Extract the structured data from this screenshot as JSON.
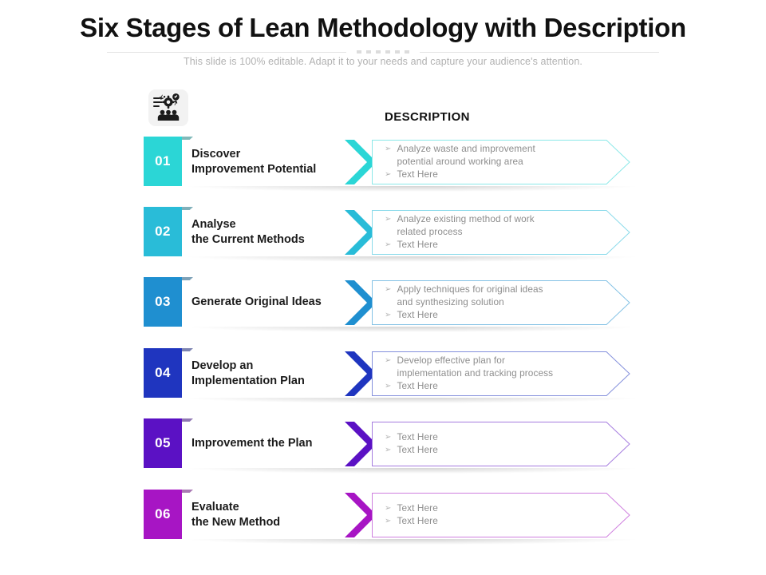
{
  "header": {
    "title": "Six Stages of Lean Methodology with Description",
    "subtitle": "This slide is 100% editable. Adapt it to your needs and capture your audience's attention.",
    "icon_name": "gear-team-process-icon",
    "description_column_label": "DESCRIPTION"
  },
  "colors": {
    "stage_01": "#2bd6d6",
    "stage_02": "#29bcd8",
    "stage_03": "#1f8fd0",
    "stage_04": "#1f35bf",
    "stage_05": "#5b11c4",
    "stage_06": "#a715c4",
    "title_text": "#111111",
    "subtitle_text": "#b2b2b2",
    "label_text": "#1b1b1b",
    "description_text": "#8d8d8d"
  },
  "stages": [
    {
      "number": "01",
      "title_line1": "Discover",
      "title_line2": "Improvement Potential",
      "color": "#2bd6d6",
      "bullets": [
        "Analyze waste and improvement\npotential around working area",
        "Text Here"
      ]
    },
    {
      "number": "02",
      "title_line1": "Analyse",
      "title_line2": "the Current Methods",
      "color": "#29bcd8",
      "bullets": [
        "Analyze existing method of work\nrelated process",
        "Text Here"
      ]
    },
    {
      "number": "03",
      "title_line1": "Generate Original Ideas",
      "title_line2": "",
      "color": "#1f8fd0",
      "bullets": [
        "Apply techniques for original ideas\nand synthesizing solution",
        "Text Here"
      ]
    },
    {
      "number": "04",
      "title_line1": "Develop an",
      "title_line2": "Implementation Plan",
      "color": "#1f35bf",
      "bullets": [
        "Develop effective plan for\nimplementation  and tracking process",
        "Text Here"
      ]
    },
    {
      "number": "05",
      "title_line1": "Improvement the Plan",
      "title_line2": "",
      "color": "#5b11c4",
      "bullets": [
        "Text Here",
        "Text Here"
      ]
    },
    {
      "number": "06",
      "title_line1": "Evaluate",
      "title_line2": "the New Method",
      "color": "#a715c4",
      "bullets": [
        "Text Here",
        "Text Here"
      ]
    }
  ]
}
